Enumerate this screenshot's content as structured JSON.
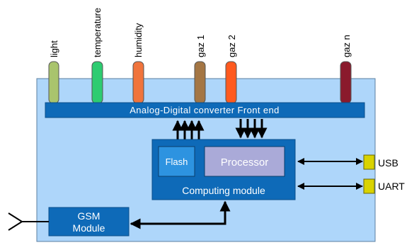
{
  "sensors": [
    {
      "label": "light",
      "color": "#a9c46d"
    },
    {
      "label": "temperature",
      "color": "#2ecc71"
    },
    {
      "label": "humidity",
      "color": "#f0743c"
    },
    {
      "label": "gaz 1",
      "color": "#a47644"
    },
    {
      "label": "gaz 2",
      "color": "#ff5a1f"
    },
    {
      "label": "gaz n",
      "color": "#8a1a2c"
    }
  ],
  "blocks": {
    "adc_label": "Analog-Digital converter Front end",
    "flash_label": "Flash",
    "processor_label": "Processor",
    "computing_label": "Computing module",
    "gsm_line1": "GSM",
    "gsm_line2": "Module"
  },
  "ports": {
    "usb_label": "USB",
    "uart_label": "UART"
  },
  "colors": {
    "board_fill": "#aed6fa",
    "block_blue": "#0e6ab8",
    "flash_blue": "#2d93e0",
    "processor_lilac": "#aaaad8",
    "port_yellow": "#d9d300",
    "arrow": "#000000"
  }
}
